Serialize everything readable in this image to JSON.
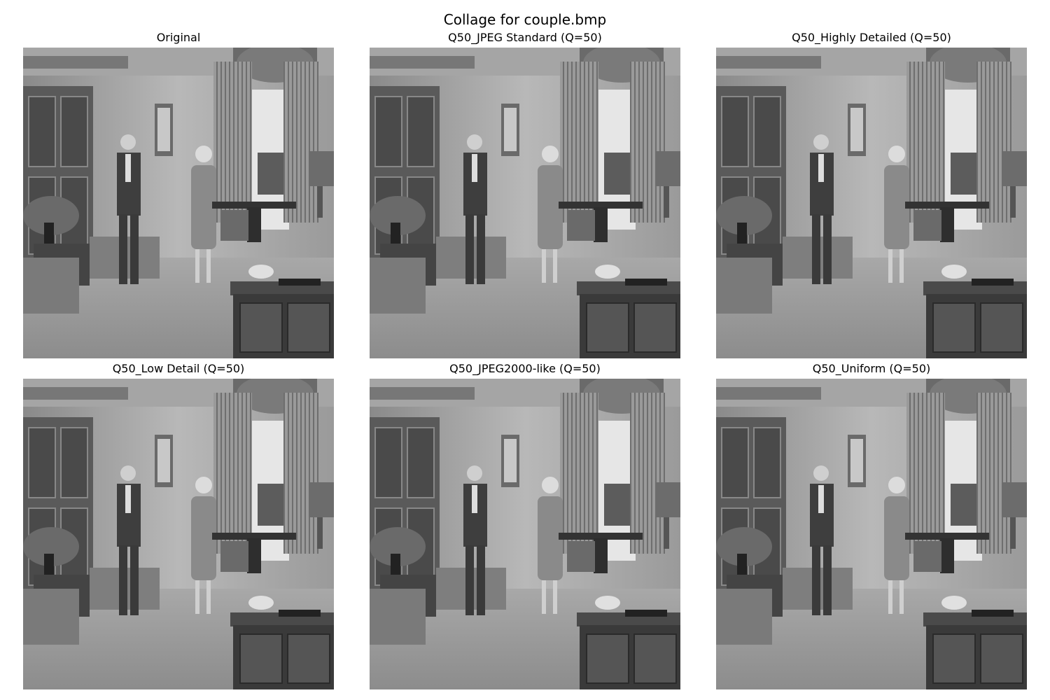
{
  "figure": {
    "title": "Collage for couple.bmp"
  },
  "panels": [
    {
      "title": "Original",
      "image": "couple-room-scene"
    },
    {
      "title": "Q50_JPEG Standard (Q=50)",
      "image": "couple-room-scene"
    },
    {
      "title": "Q50_Highly Detailed (Q=50)",
      "image": "couple-room-scene"
    },
    {
      "title": "Q50_Low Detail (Q=50)",
      "image": "couple-room-scene"
    },
    {
      "title": "Q50_JPEG2000-like (Q=50)",
      "image": "couple-room-scene"
    },
    {
      "title": "Q50_Uniform (Q=50)",
      "image": "couple-room-scene"
    }
  ]
}
